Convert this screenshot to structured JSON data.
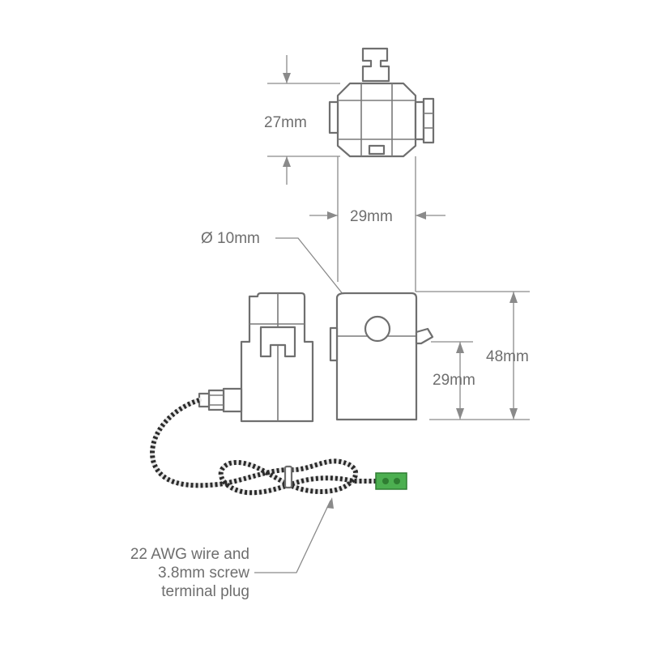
{
  "dimensions": {
    "top_height": "27mm",
    "width": "29mm",
    "aperture": "Ø 10mm",
    "total_height": "48mm",
    "body_height": "29mm"
  },
  "wire_note": {
    "line1": "22 AWG wire and",
    "line2": "3.8mm screw",
    "line3": "terminal plug"
  },
  "colors": {
    "outline": "#6f6f6f",
    "dimension_line": "#8a8a8a",
    "text": "#6e6e6e",
    "terminal_plug": "#4caf50",
    "wire_dark": "#2b2b2b"
  }
}
